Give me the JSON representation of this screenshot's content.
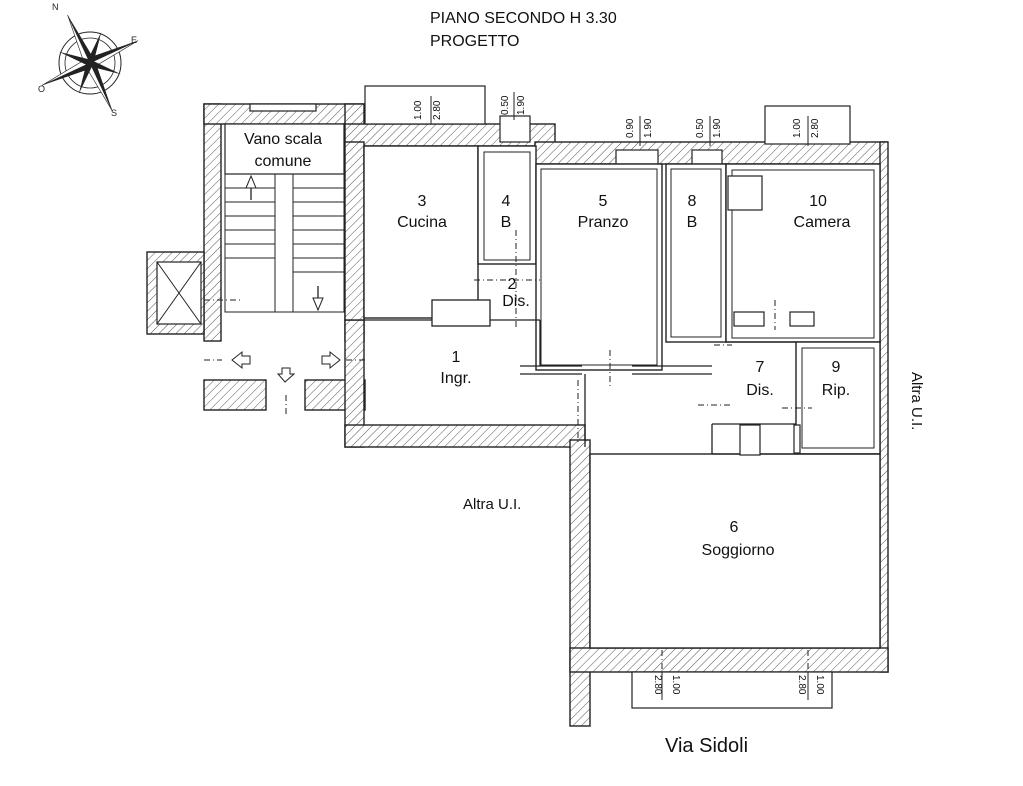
{
  "header": {
    "title_line1": "PIANO SECONDO H 3.30",
    "title_line2": "PROGETTO"
  },
  "street": "Via Sidoli",
  "neighbors": {
    "left": "Altra U.I.",
    "right": "Altra U.I."
  },
  "stair": {
    "label_line1": "Vano scala",
    "label_line2": "comune"
  },
  "rooms": [
    {
      "num": "1",
      "name": "Ingr."
    },
    {
      "num": "2",
      "name": "Dis."
    },
    {
      "num": "3",
      "name": "Cucina"
    },
    {
      "num": "4",
      "name": "B"
    },
    {
      "num": "5",
      "name": "Pranzo"
    },
    {
      "num": "6",
      "name": "Soggiorno"
    },
    {
      "num": "7",
      "name": "Dis."
    },
    {
      "num": "8",
      "name": "B"
    },
    {
      "num": "9",
      "name": "Rip."
    },
    {
      "num": "10",
      "name": "Camera"
    }
  ],
  "openings": [
    {
      "w": "1.00",
      "h": "2.80"
    },
    {
      "w": "0.50",
      "h": "1.90"
    },
    {
      "w": "0.90",
      "h": "1.90"
    },
    {
      "w": "0.50",
      "h": "1.90"
    },
    {
      "w": "1.00",
      "h": "2.80"
    },
    {
      "w": "1.00",
      "h": "2.80"
    },
    {
      "w": "1.00",
      "h": "2.80"
    }
  ],
  "compass": {
    "n": "N",
    "e": "E",
    "s": "S",
    "o": "O"
  }
}
